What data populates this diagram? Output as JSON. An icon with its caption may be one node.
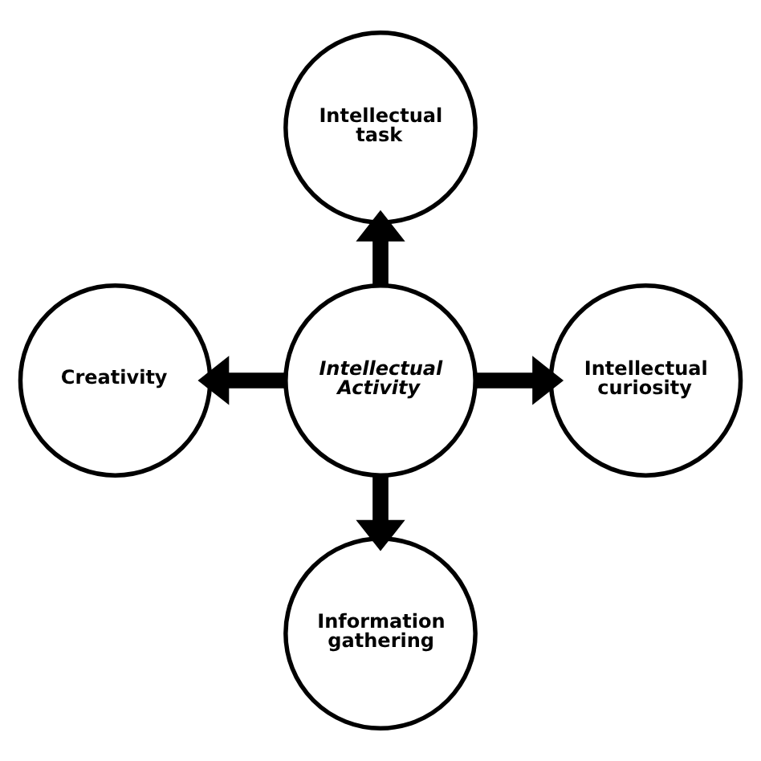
{
  "diagram": {
    "nodes": [
      {
        "text": [
          "Intellectual task"
        ]
      },
      {
        "text": [
          "Creativity"
        ]
      },
      {
        "text": [
          "Intellectual Activity"
        ]
      },
      {
        "text": [
          "Intellectual curiosity"
        ]
      },
      {
        "text": [
          "Information gathering"
        ]
      }
    ],
    "edges": [
      {
        "from": 2,
        "to": 0,
        "arrow": "to"
      },
      {
        "from": 2,
        "to": 1,
        "arrow": "to"
      },
      {
        "from": 2,
        "to": 3,
        "arrow": "to"
      },
      {
        "from": 2,
        "to": 4,
        "arrow": "to"
      }
    ]
  }
}
